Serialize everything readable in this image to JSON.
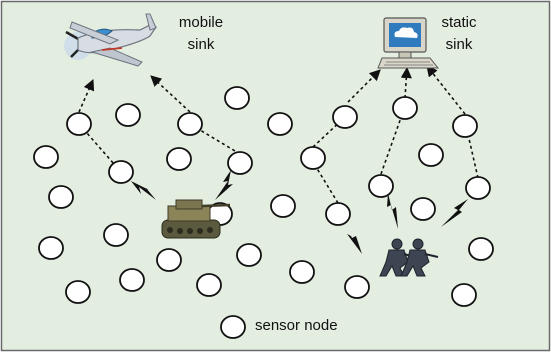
{
  "labels": {
    "mobile_sink_line1": "mobile",
    "mobile_sink_line2": "sink",
    "static_sink_line1": "static",
    "static_sink_line2": "sink",
    "legend": "sensor node"
  },
  "colors": {
    "background": "#e4eee0",
    "border": "#6a6a6a",
    "node_fill": "#ffffff",
    "node_stroke": "#111111",
    "path": "#111111",
    "lightning": "#111111"
  },
  "icons": [
    "airplane-icon",
    "computer-icon",
    "tank-icon",
    "soldiers-icon",
    "lightning-icon"
  ]
}
